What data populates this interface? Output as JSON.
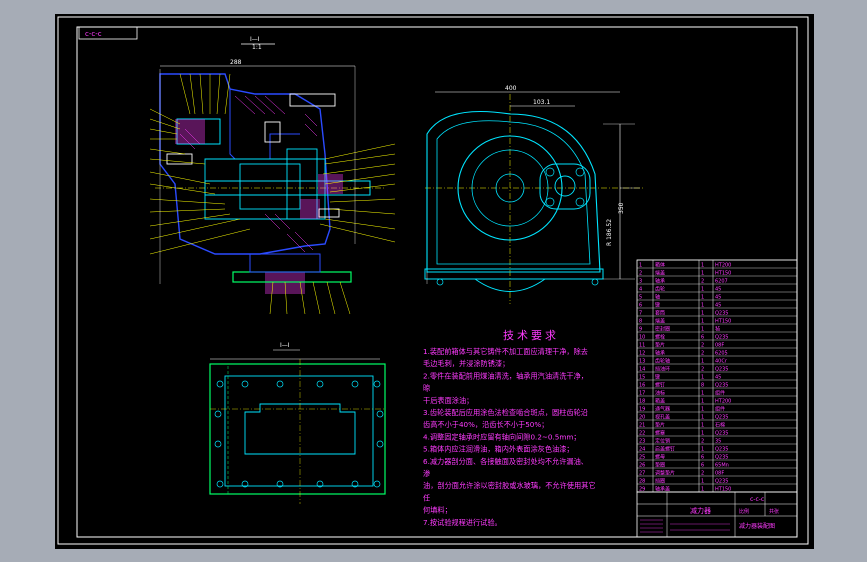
{
  "drawing": {
    "frame_tag": "c-c-c",
    "section_top": {
      "letters": "I—I",
      "ratio": "1:1"
    },
    "section_bottom": {
      "letters": "I—I"
    },
    "dims": {
      "overall_left": "288",
      "overall_right": "400",
      "right_inner": "103.1",
      "right_height": "350",
      "right_radius": "R 186.52"
    }
  },
  "tech_requirements": {
    "title": "技术要求",
    "lines": [
      "1.装配前箱体与其它铸件不加工面应清理干净，除去",
      "  毛边毛刺，并浸涂防锈漆；",
      "2.零件在装配前用煤油清洗，轴承用汽油清洗干净，",
      "  晾",
      "  干后表面涂油；",
      "3.齿轮装配后应用涂色法检查啮合斑点，圆柱齿轮沿",
      "  齿高不小于40%，沿齿长不小于50%；",
      "4.调整固定轴承时应留有轴向间隙0.2~0.5mm；",
      "5.箱体内应注润滑油，箱内外表面涂灰色油漆；",
      "6.减力器剖分面、各接触面及密封处均不允许漏油、",
      "  渗",
      "  油，剖分面允许涂以密封胶或水玻璃，不允许使用其它",
      "  任",
      "  何填料；",
      "7.按试验规程进行试验。"
    ]
  },
  "title_block": {
    "drawing_name": "减力器",
    "code": "c-c-c",
    "note": "减力器装配图",
    "scale_label": "比例",
    "sheet_label": "共张"
  },
  "parts_list": {
    "rows": [
      [
        "1",
        "箱体",
        "1",
        "HT200"
      ],
      [
        "2",
        "端盖",
        "1",
        "HT150"
      ],
      [
        "3",
        "轴承",
        "2",
        "6207"
      ],
      [
        "4",
        "齿轮",
        "1",
        "45"
      ],
      [
        "5",
        "轴",
        "1",
        "45"
      ],
      [
        "6",
        "键",
        "1",
        "45"
      ],
      [
        "7",
        "套筒",
        "1",
        "Q235"
      ],
      [
        "8",
        "端盖",
        "1",
        "HT150"
      ],
      [
        "9",
        "密封圈",
        "1",
        "毡"
      ],
      [
        "10",
        "螺栓",
        "6",
        "Q235"
      ],
      [
        "11",
        "垫片",
        "2",
        "08F"
      ],
      [
        "12",
        "轴承",
        "2",
        "6205"
      ],
      [
        "13",
        "齿轮轴",
        "1",
        "40Cr"
      ],
      [
        "14",
        "挡油环",
        "2",
        "Q235"
      ],
      [
        "15",
        "键",
        "1",
        "45"
      ],
      [
        "16",
        "螺钉",
        "8",
        "Q235"
      ],
      [
        "17",
        "油标",
        "1",
        "组件"
      ],
      [
        "18",
        "箱盖",
        "1",
        "HT200"
      ],
      [
        "19",
        "通气器",
        "1",
        "组件"
      ],
      [
        "20",
        "视孔盖",
        "1",
        "Q235"
      ],
      [
        "21",
        "垫片",
        "1",
        "石棉"
      ],
      [
        "22",
        "螺塞",
        "1",
        "Q235"
      ],
      [
        "23",
        "定位销",
        "2",
        "35"
      ],
      [
        "24",
        "启盖螺钉",
        "1",
        "Q235"
      ],
      [
        "25",
        "螺母",
        "6",
        "Q235"
      ],
      [
        "26",
        "垫圈",
        "6",
        "65Mn"
      ],
      [
        "27",
        "调整垫片",
        "2",
        "08F"
      ],
      [
        "28",
        "挡圈",
        "1",
        "Q235"
      ],
      [
        "29",
        "轴承盖",
        "1",
        "HT150"
      ]
    ]
  }
}
